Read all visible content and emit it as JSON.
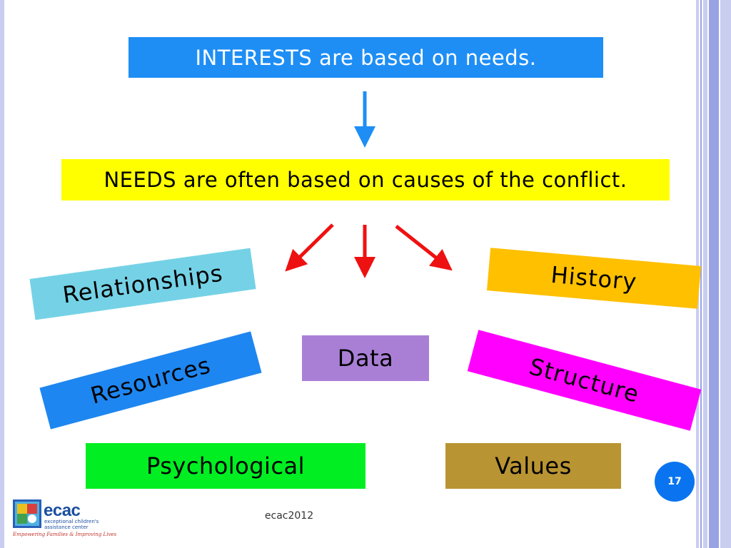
{
  "slide": {
    "top_box": "INTERESTS are based on needs.",
    "middle_box": "NEEDS are often based on causes of the conflict.",
    "causes": {
      "relationships": "Relationships",
      "history": "History",
      "resources": "Resources",
      "data": "Data",
      "structure": "Structure",
      "psychological": "Psychological",
      "values": "Values"
    },
    "page_number": "17",
    "footer": "ecac2012"
  },
  "logo": {
    "name": "ecac",
    "subtitle": "exceptional children's assistance center",
    "tagline": "Empowering Families & Improving Lives"
  },
  "colors": {
    "interests_box": "#1e8ef5",
    "needs_box": "#ffff00",
    "arrow_blue": "#1e8ef5",
    "arrow_red": "#ee1111",
    "relationships": "#75d2e6",
    "history": "#ffc000",
    "resources": "#1e86f0",
    "data": "#a97fd6",
    "structure": "#ff00ff",
    "psychological": "#00ee22",
    "values": "#b99432",
    "page_badge": "#0a74f0"
  }
}
